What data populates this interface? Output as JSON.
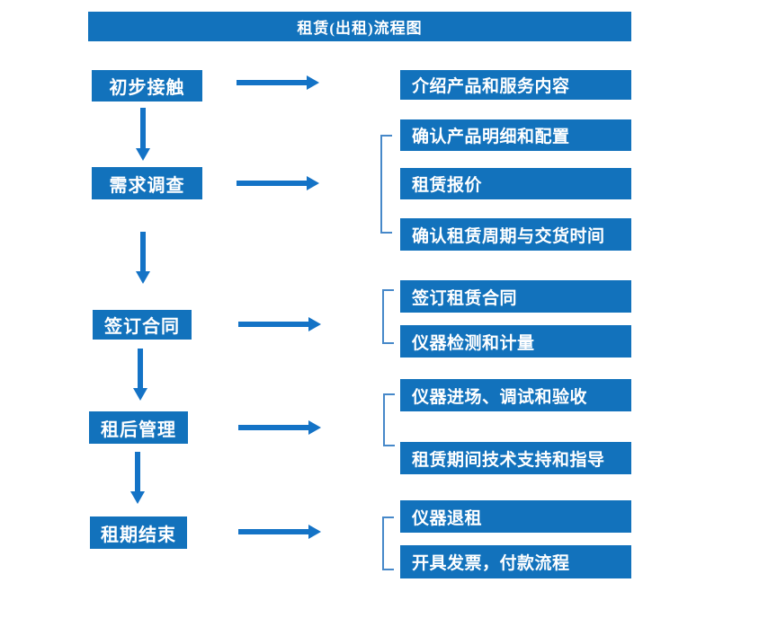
{
  "title": "租赁(出租)流程图",
  "colors": {
    "primary": "#1272BC",
    "arrow": "#1473C6",
    "bracket": "#4688C9",
    "text-on-primary": "#FFFFFF"
  },
  "steps": [
    {
      "label": "初步接触",
      "details": [
        "介绍产品和服务内容"
      ]
    },
    {
      "label": "需求调查",
      "details": [
        "确认产品明细和配置",
        "租赁报价",
        "确认租赁周期与交货时间"
      ]
    },
    {
      "label": "签订合同",
      "details": [
        "签订租赁合同",
        "仪器检测和计量"
      ]
    },
    {
      "label": "租后管理",
      "details": [
        "仪器进场、调试和验收",
        "租赁期间技术支持和指导"
      ]
    },
    {
      "label": "租期结束",
      "details": [
        "仪器退租",
        "开具发票，付款流程"
      ]
    }
  ]
}
